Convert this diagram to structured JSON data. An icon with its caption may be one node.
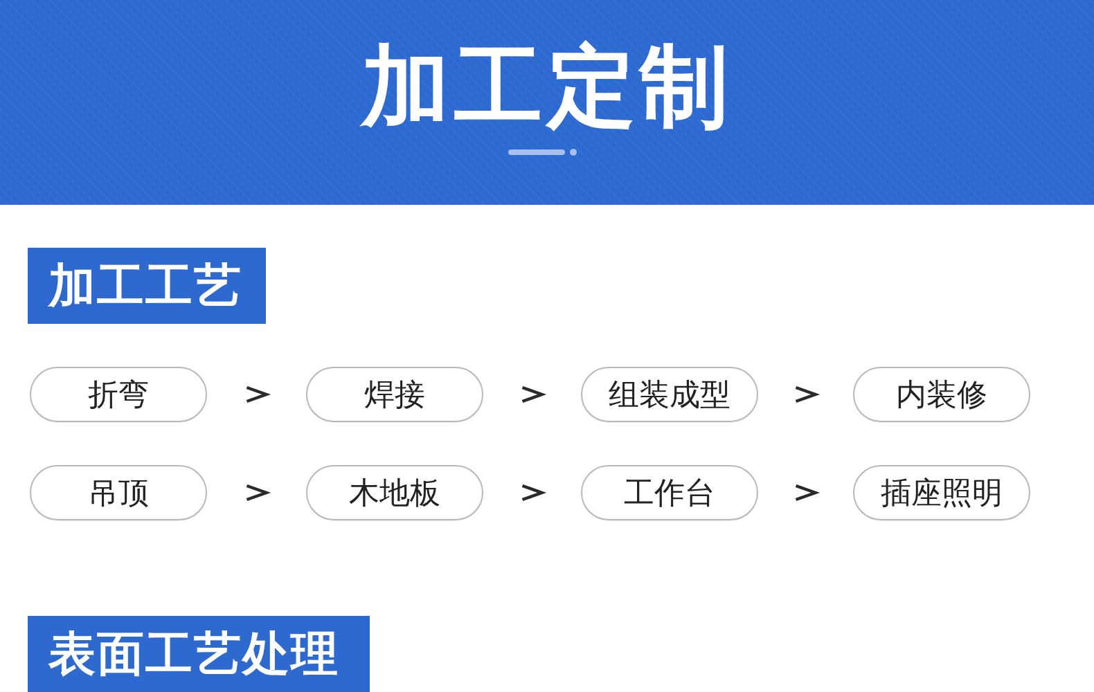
{
  "diagram": {
    "title": "加工定制",
    "nodes": [
      {
        "text": [
          "加工工艺"
        ]
      },
      {
        "text": [
          "折弯"
        ]
      },
      {
        "text": [
          "焊接"
        ]
      },
      {
        "text": [
          "组装成型"
        ]
      },
      {
        "text": [
          "内装修"
        ]
      },
      {
        "text": [
          "吊顶"
        ]
      },
      {
        "text": [
          "木地板"
        ]
      },
      {
        "text": [
          "工作台"
        ]
      },
      {
        "text": [
          "插座照明"
        ]
      },
      {
        "text": [
          "表面工艺处理"
        ]
      }
    ],
    "edges": [
      {
        "from": 1,
        "to": 2,
        "arrow": "to"
      },
      {
        "from": 2,
        "to": 3,
        "arrow": "to"
      },
      {
        "from": 3,
        "to": 4,
        "arrow": "to"
      },
      {
        "from": 5,
        "to": 6,
        "arrow": "to"
      },
      {
        "from": 6,
        "to": 7,
        "arrow": "to"
      },
      {
        "from": 7,
        "to": 8,
        "arrow": "to"
      }
    ]
  }
}
